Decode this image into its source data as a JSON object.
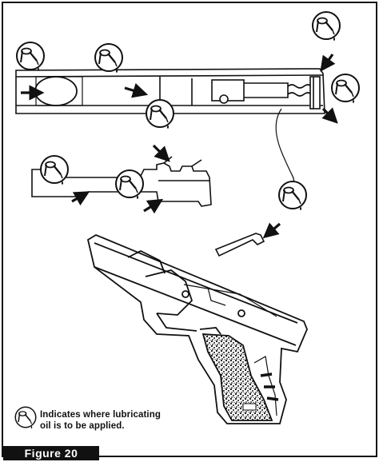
{
  "legend": {
    "icon": "oil-bottle-icon",
    "line1": "Indicates where lubricating",
    "line2": "oil is to be applied."
  },
  "figure_label": "Figure 20",
  "colors": {
    "ink": "#111111",
    "paper": "#ffffff",
    "label_bg": "#111111",
    "label_text": "#ffffff"
  }
}
